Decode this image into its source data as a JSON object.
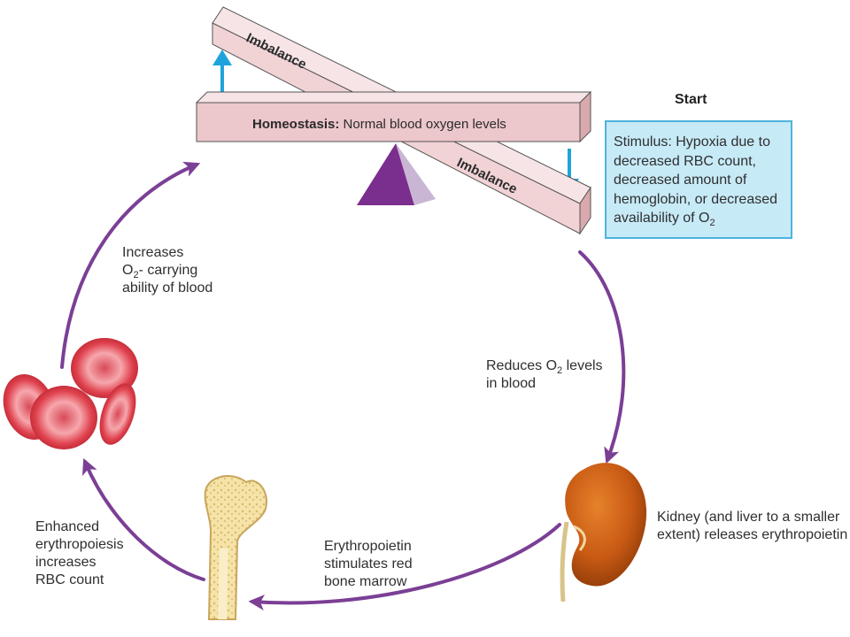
{
  "seesaw": {
    "homeostasis_bold": "Homeostasis:",
    "homeostasis_rest": " Normal blood oxygen levels",
    "imbalance_top": "Imbalance",
    "imbalance_bottom": "Imbalance"
  },
  "start": {
    "heading": "Start",
    "stimulus_lines": [
      "Stimulus: Hypoxia due to",
      "decreased RBC count,",
      "decreased amount of",
      "hemoglobin, or decreased"
    ],
    "stimulus_last_prefix": "availability of O",
    "stimulus_last_sub": "2"
  },
  "steps": {
    "reduces_prefix": "Reduces O",
    "reduces_sub": "2",
    "reduces_suffix": " levels",
    "reduces_line2": "in blood",
    "kidney_line1": "Kidney (and liver to a smaller",
    "kidney_line2": "extent) releases erythropoietin",
    "epo_line1": "Erythropoietin",
    "epo_line2": "stimulates red",
    "epo_line3": "bone marrow",
    "enhanced_line1": "Enhanced",
    "enhanced_line2": "erythropoiesis",
    "enhanced_line3": "increases",
    "enhanced_line4": "RBC count",
    "increases_line1": "Increases",
    "increases_line2_prefix": "O",
    "increases_line2_sub": "2",
    "increases_line2_suffix": "- carrying",
    "increases_line3": "ability of blood"
  },
  "colors": {
    "cycle_arrow": "#7b3f95",
    "beam_fill": "#ecc7cb",
    "fulcrum": "#7a2e8e",
    "up_down_arrows": "#1fa3dc",
    "stimulus_box_fill": "#c7eaf7",
    "stimulus_box_border": "#4db3df"
  }
}
